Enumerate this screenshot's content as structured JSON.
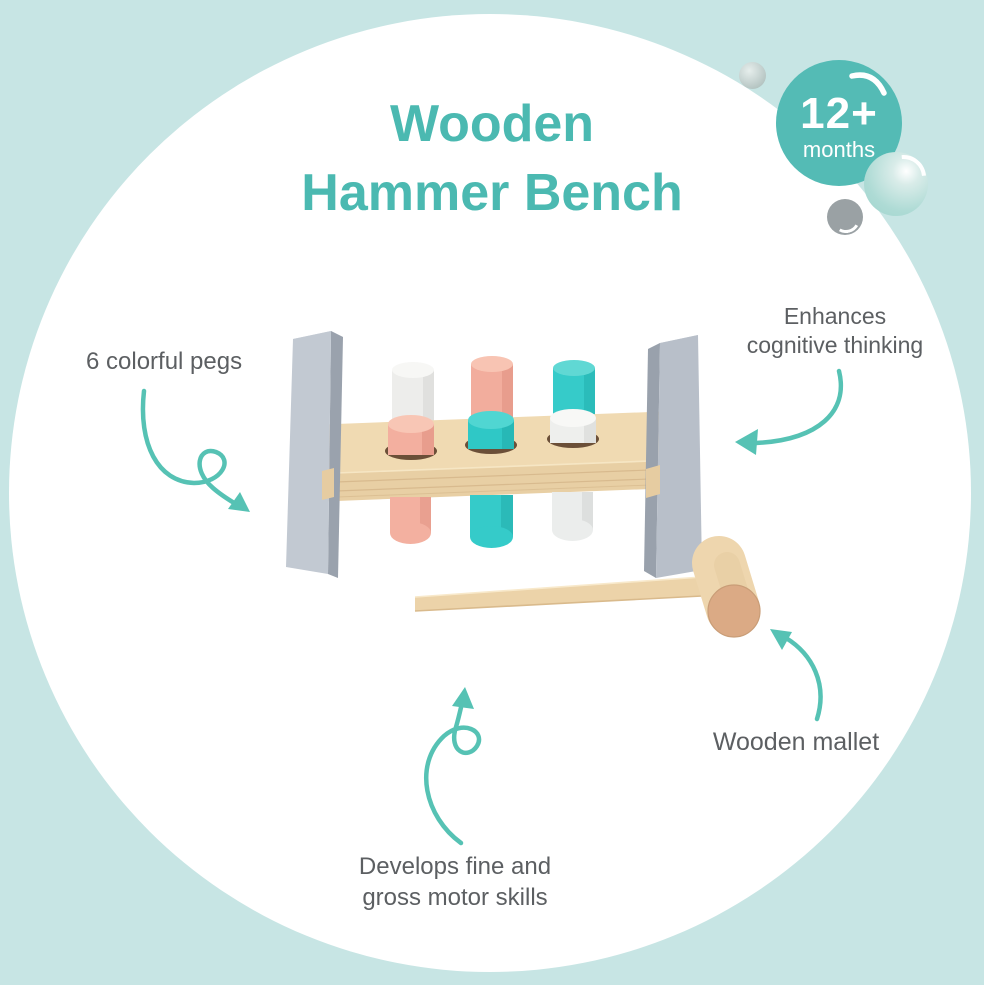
{
  "colors": {
    "background": "#c7e5e4",
    "accent_teal": "#4bb9b1",
    "arrow_teal": "#56c2b4",
    "text_gray": "#5c5f62",
    "badge_teal": "#54bbb5",
    "peg_pink": "#f3b0a0",
    "peg_turquoise": "#35cbc9",
    "peg_white": "#ededeb",
    "wood": "#eed7ae",
    "support_gray": "#c2c9d2"
  },
  "title": {
    "line1": "Wooden",
    "line2": "Hammer Bench"
  },
  "age_badge": {
    "age": "12+",
    "unit": "months"
  },
  "callouts": {
    "pegs": "6 colorful pegs",
    "cognitive_line1": "Enhances",
    "cognitive_line2": "cognitive thinking",
    "mallet": "Wooden mallet",
    "motor_line1": "Develops fine and",
    "motor_line2": "gross motor skills"
  },
  "icons": {
    "badge_swoosh": "arc-swoosh",
    "pegs_arrow": "curved-arrow-down-right",
    "cognitive_arrow": "curved-arrow-left",
    "mallet_arrow": "curved-arrow-up-left",
    "motor_arrow": "curved-loop-arrow-up"
  }
}
